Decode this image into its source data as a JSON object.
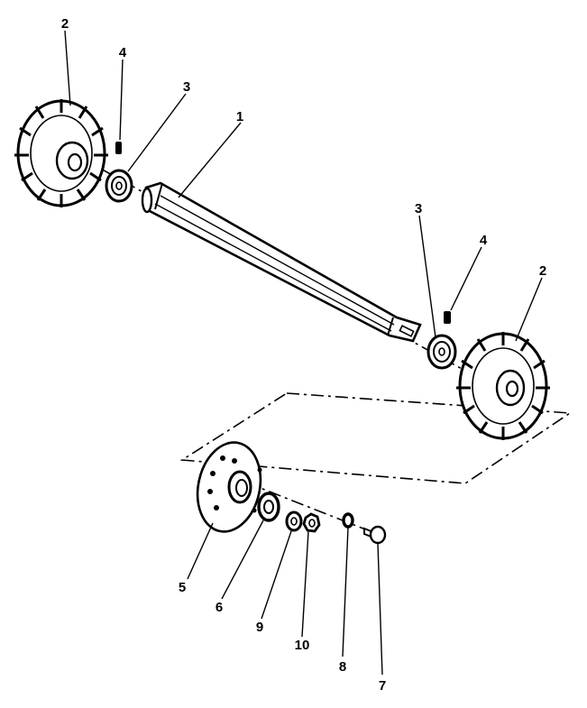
{
  "diagram": {
    "colors": {
      "ink": "#000000",
      "paper": "#ffffff"
    },
    "callouts": {
      "part_1": "1",
      "part_2_left": "2",
      "part_2_right": "2",
      "part_3_left": "3",
      "part_3_right": "3",
      "part_4_left": "4",
      "part_4_right": "4",
      "part_5": "5",
      "part_6": "6",
      "part_7": "7",
      "part_8": "8",
      "part_9": "9",
      "part_10": "10"
    }
  }
}
